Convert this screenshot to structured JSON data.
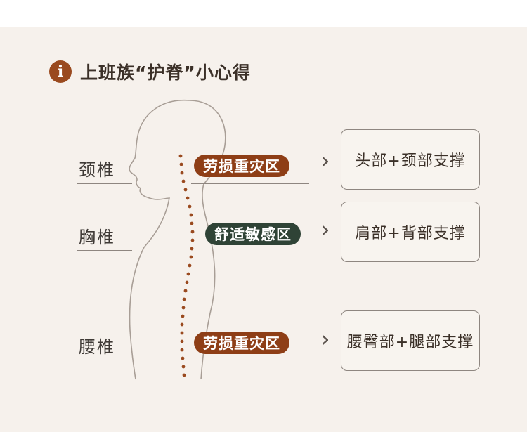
{
  "header": {
    "title": "上班族“护脊”小心得",
    "info_icon": "info-icon"
  },
  "rows": [
    {
      "label": "颈椎",
      "zone": "劳损重灾区",
      "zone_type": "strain",
      "support": "头部+颈部支撑"
    },
    {
      "label": "胸椎",
      "zone": "舒适敏感区",
      "zone_type": "comfort",
      "support": "肩部+背部支撑"
    },
    {
      "label": "腰椎",
      "zone": "劳损重灾区",
      "zone_type": "strain",
      "support": "腰臀部+腿部支撑"
    }
  ],
  "colors": {
    "strain": "#8e3e16",
    "comfort": "#2f4336",
    "spine_dots": "#9a4a1f",
    "panel": "#f6f1ec"
  }
}
